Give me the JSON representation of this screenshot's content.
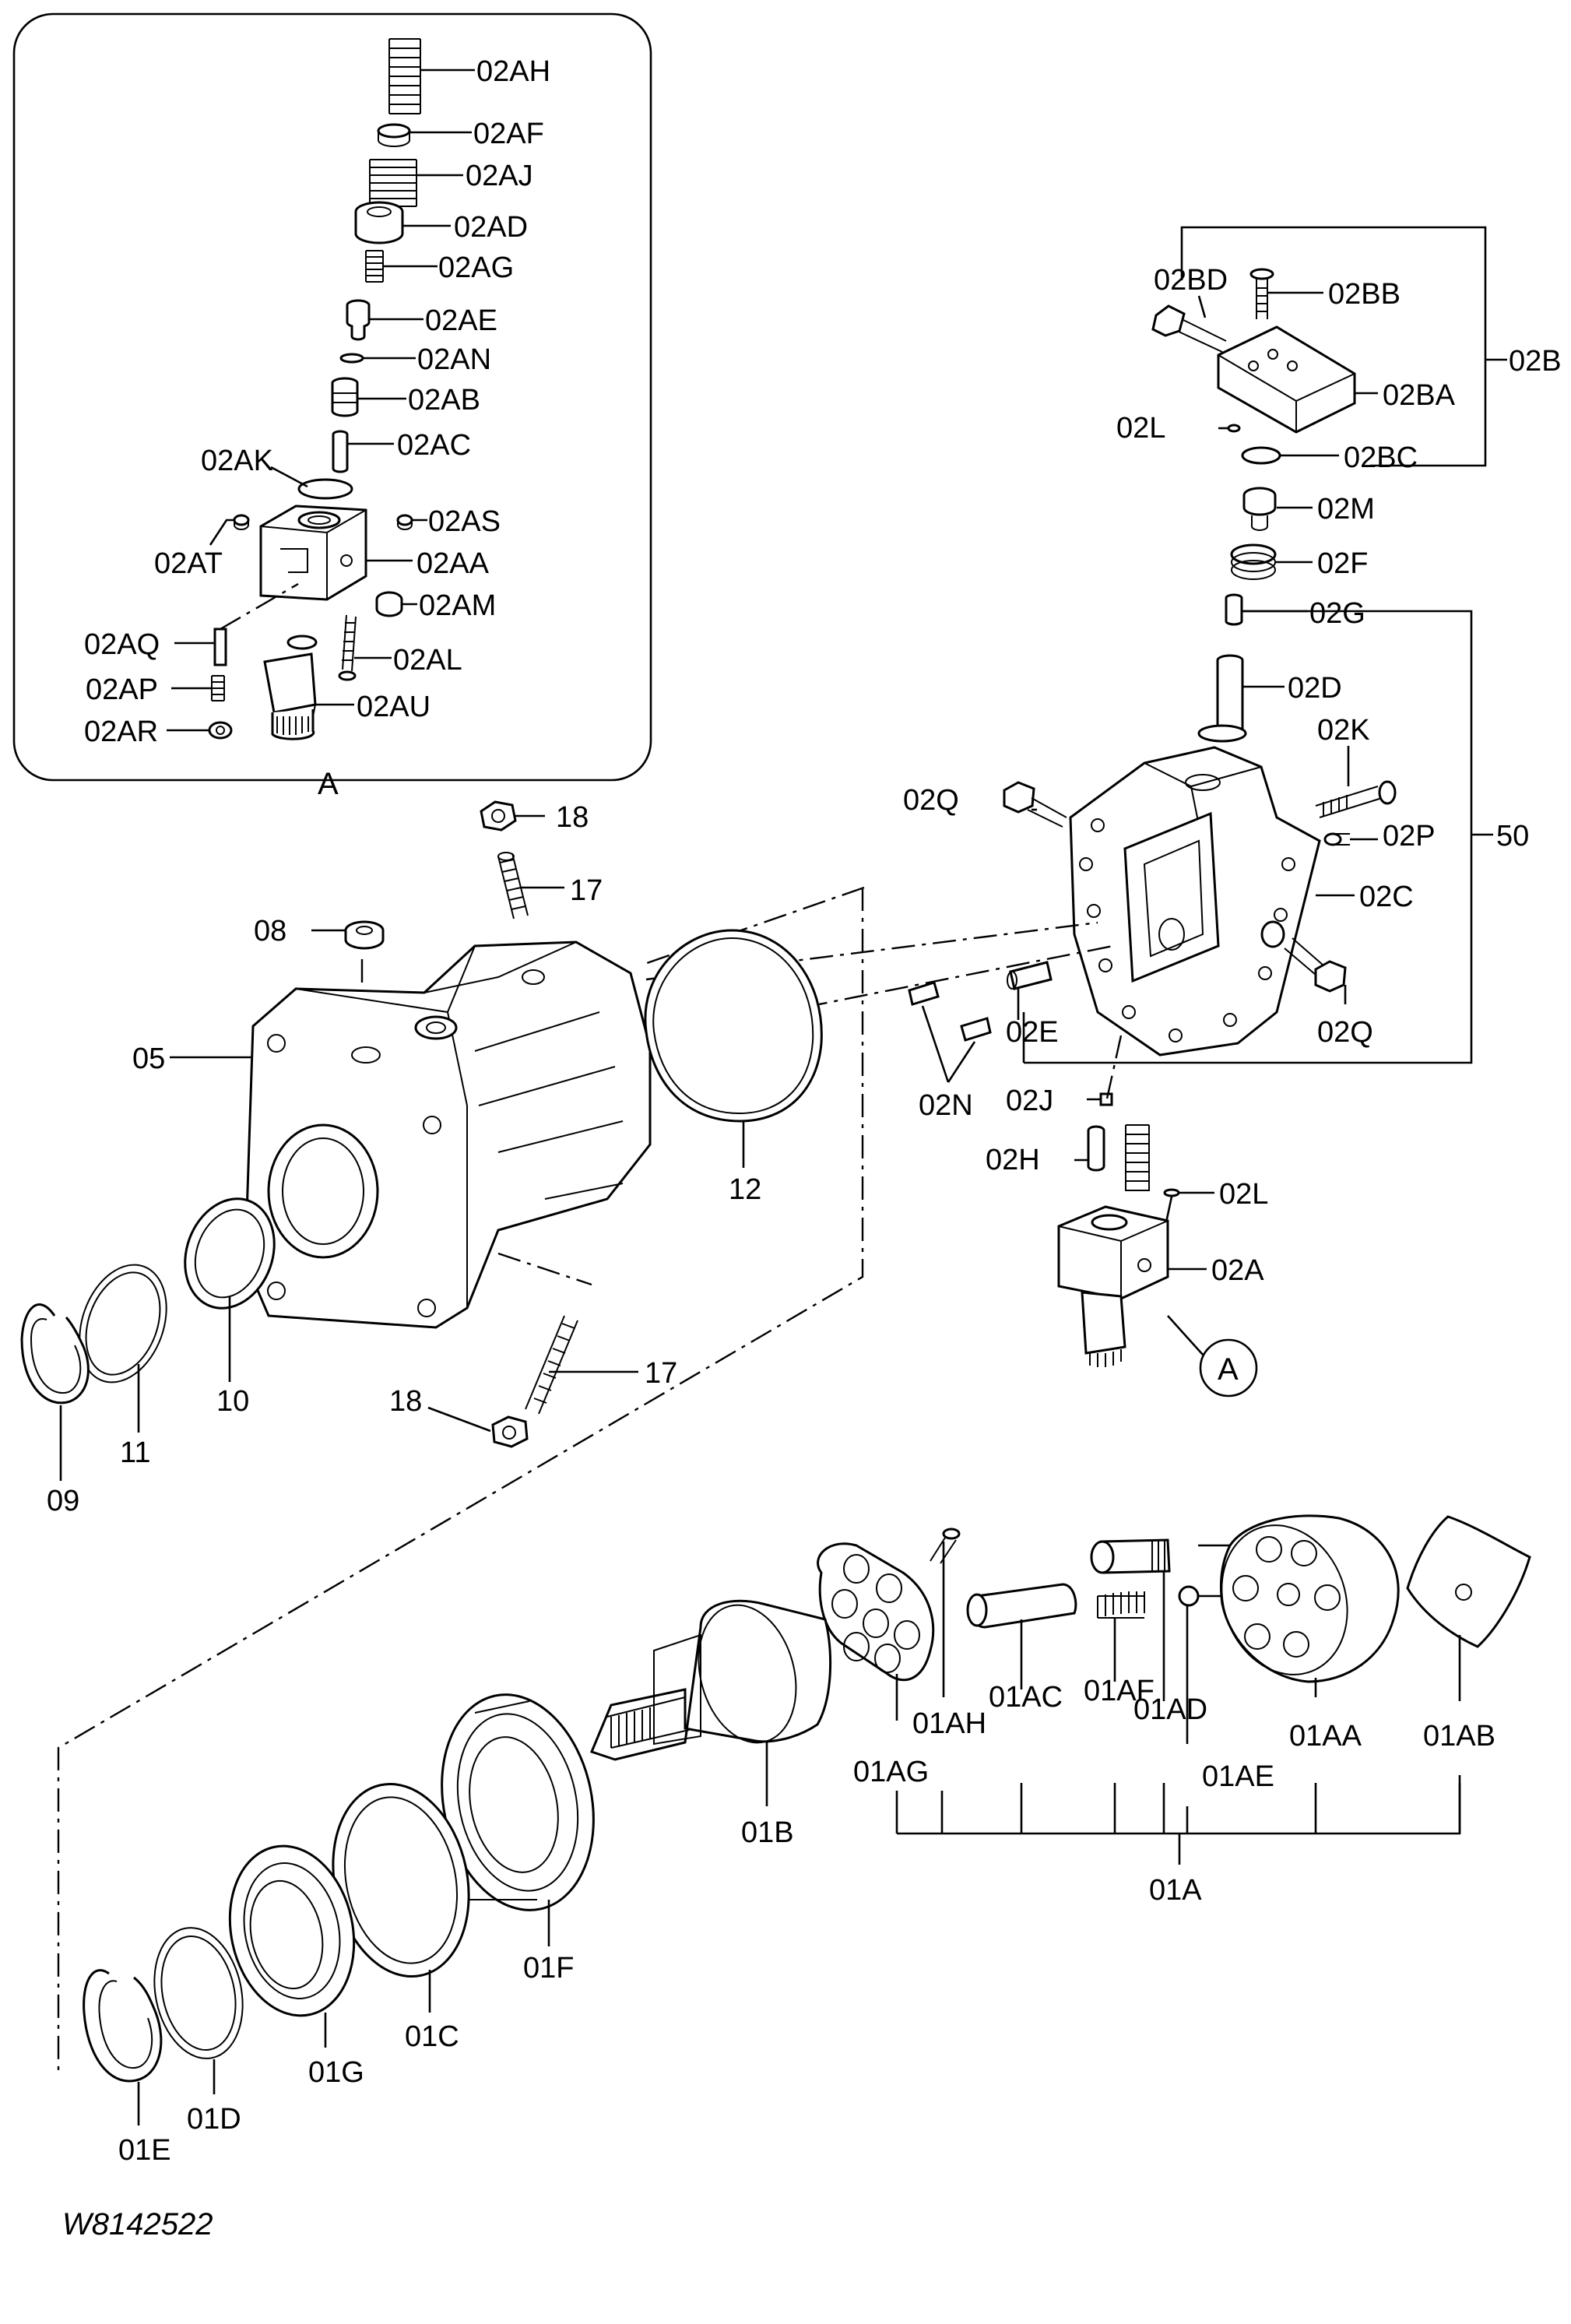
{
  "figure_code": "W8142522",
  "detail_marker": "A",
  "labels": {
    "p02AH": "02AH",
    "p02AF": "02AF",
    "p02AJ": "02AJ",
    "p02AD": "02AD",
    "p02AG": "02AG",
    "p02AE": "02AE",
    "p02AN": "02AN",
    "p02AB": "02AB",
    "p02AC": "02AC",
    "p02AK": "02AK",
    "p02AS": "02AS",
    "p02AT": "02AT",
    "p02AA": "02AA",
    "p02AM": "02AM",
    "p02AQ": "02AQ",
    "p02AL": "02AL",
    "p02AP": "02AP",
    "p02AU": "02AU",
    "p02AR": "02AR",
    "p02BD": "02BD",
    "p02BB": "02BB",
    "p02B": "02B",
    "p02L_top": "02L",
    "p02BA": "02BA",
    "p02BC": "02BC",
    "p02M": "02M",
    "p02F": "02F",
    "p02G": "02G",
    "p02D": "02D",
    "p02K": "02K",
    "p02Q_top": "02Q",
    "p02P": "02P",
    "p50": "50",
    "p02C": "02C",
    "p02E": "02E",
    "p02Q_bot": "02Q",
    "p02N": "02N",
    "p02J": "02J",
    "p02H": "02H",
    "p02L_bot": "02L",
    "p02A": "02A",
    "p18_top": "18",
    "p17_top": "17",
    "p08": "08",
    "p05": "05",
    "p12": "12",
    "p10": "10",
    "p11": "11",
    "p09": "09",
    "p17_bot": "17",
    "p18_bot": "18",
    "p01AH": "01AH",
    "p01AC": "01AC",
    "p01AF": "01AF",
    "p01AD": "01AD",
    "p01AA": "01AA",
    "p01AB": "01AB",
    "p01AG": "01AG",
    "p01AE": "01AE",
    "p01B": "01B",
    "p01A": "01A",
    "p01F": "01F",
    "p01C": "01C",
    "p01G": "01G",
    "p01D": "01D",
    "p01E": "01E"
  }
}
